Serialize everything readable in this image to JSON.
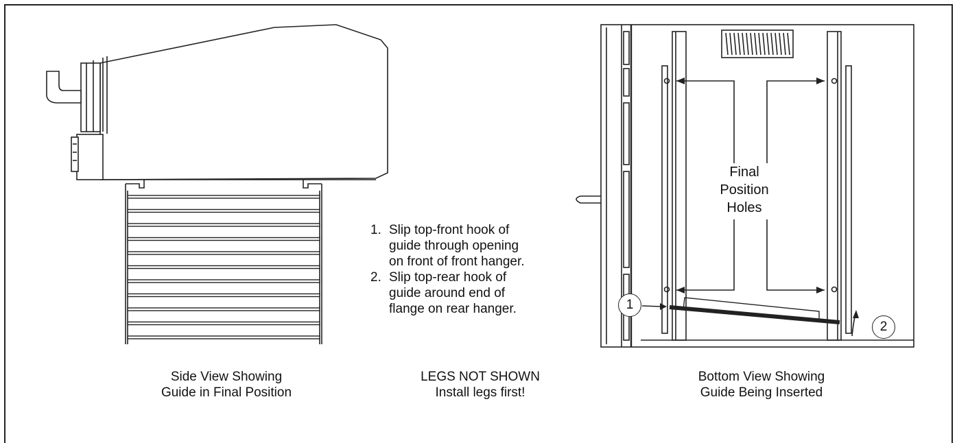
{
  "captions": {
    "side_view": "Side View Showing\nGuide in Final Position",
    "legs_note": "LEGS NOT SHOWN\nInstall legs first!",
    "bottom_view": "Bottom View Showing\nGuide Being Inserted"
  },
  "instructions": [
    {
      "number": "1.",
      "text": "Slip top-front hook of\nguide through opening\non front of front hanger."
    },
    {
      "number": "2.",
      "text": "Slip top-rear hook of\nguide around end of\nflange on rear hanger."
    }
  ],
  "bottom_view_labels": {
    "holes": "Final\nPosition\nHoles",
    "callout_1": "1",
    "callout_2": "2"
  },
  "colors": {
    "line": "#222222",
    "background": "#ffffff"
  }
}
